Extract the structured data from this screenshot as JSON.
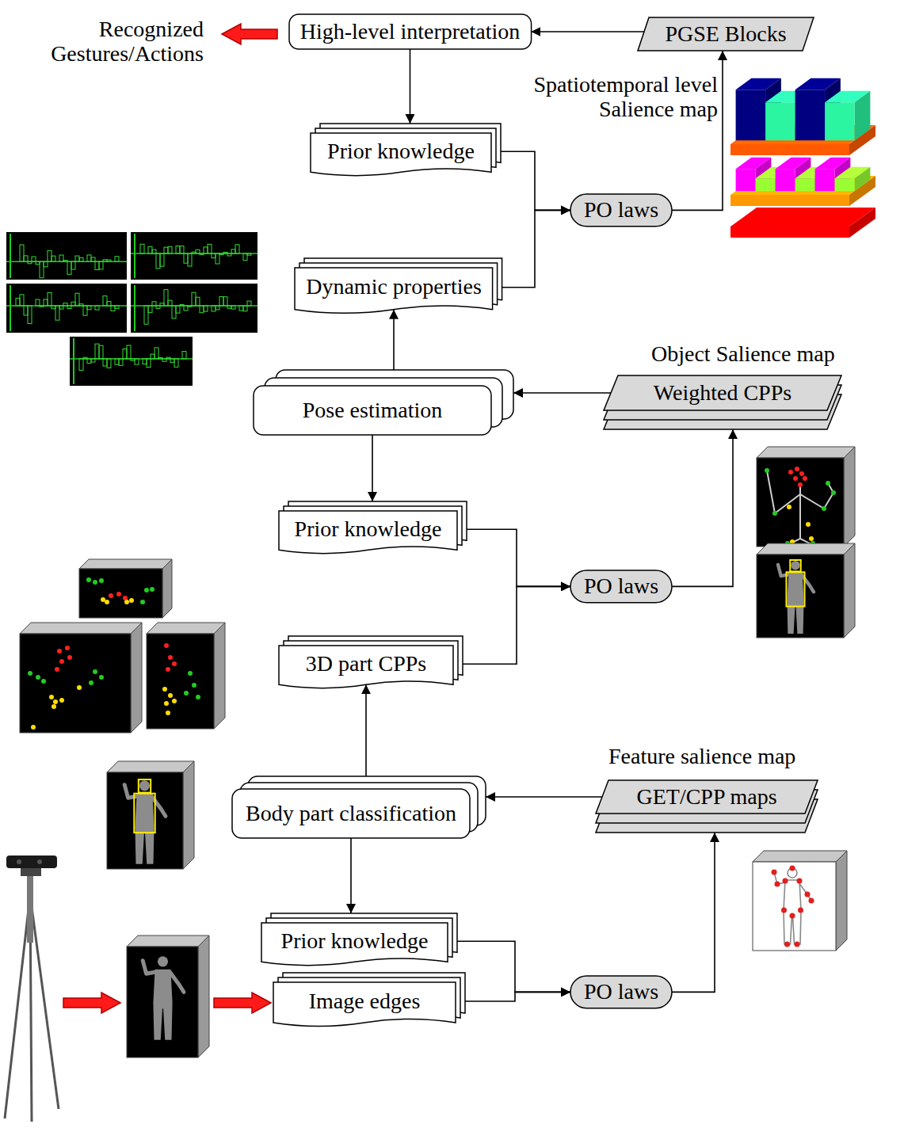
{
  "diagram": {
    "nodes": [
      {
        "text": [
          "High-level interpretation"
        ]
      },
      {
        "text": [
          "PGSE Blocks"
        ]
      },
      {
        "text": [
          "Prior knowledge"
        ]
      },
      {
        "text": [
          "PO laws"
        ]
      },
      {
        "text": [
          "Dynamic properties"
        ]
      },
      {
        "text": [
          "Pose estimation"
        ]
      },
      {
        "text": [
          "Weighted CPPs"
        ]
      },
      {
        "text": [
          "Prior knowledge"
        ]
      },
      {
        "text": [
          "PO laws"
        ]
      },
      {
        "text": [
          "3D part CPPs"
        ]
      },
      {
        "text": [
          "Body part classification"
        ]
      },
      {
        "text": [
          "GET/CPP maps"
        ]
      },
      {
        "text": [
          "Prior knowledge"
        ]
      },
      {
        "text": [
          "PO laws"
        ]
      },
      {
        "text": [
          "Image edges"
        ]
      }
    ],
    "edges": [
      {
        "from": 1,
        "to": 0,
        "arrow": "to"
      },
      {
        "from": 0,
        "to": 2,
        "arrow": "to"
      },
      {
        "from": 2,
        "to": 3,
        "arrow": "to"
      },
      {
        "from": 4,
        "to": 3,
        "arrow": "to"
      },
      {
        "from": 3,
        "to": 1,
        "arrow": "to"
      },
      {
        "from": 5,
        "to": 4,
        "arrow": "to"
      },
      {
        "from": 6,
        "to": 5,
        "arrow": "to"
      },
      {
        "from": 5,
        "to": 7,
        "arrow": "to"
      },
      {
        "from": 7,
        "to": 8,
        "arrow": "to"
      },
      {
        "from": 9,
        "to": 8,
        "arrow": "to"
      },
      {
        "from": 8,
        "to": 6,
        "arrow": "to"
      },
      {
        "from": 10,
        "to": 9,
        "arrow": "to"
      },
      {
        "from": 11,
        "to": 10,
        "arrow": "to"
      },
      {
        "from": 10,
        "to": 12,
        "arrow": "to"
      },
      {
        "from": 12,
        "to": 13,
        "arrow": "to"
      },
      {
        "from": 14,
        "to": 13,
        "arrow": "to"
      },
      {
        "from": 13,
        "to": 11,
        "arrow": "to"
      }
    ],
    "labels": [
      "Recognized Gestures/Actions",
      "Spatiotemporal level Salience map",
      "Object Salience map",
      "Feature salience map"
    ]
  }
}
